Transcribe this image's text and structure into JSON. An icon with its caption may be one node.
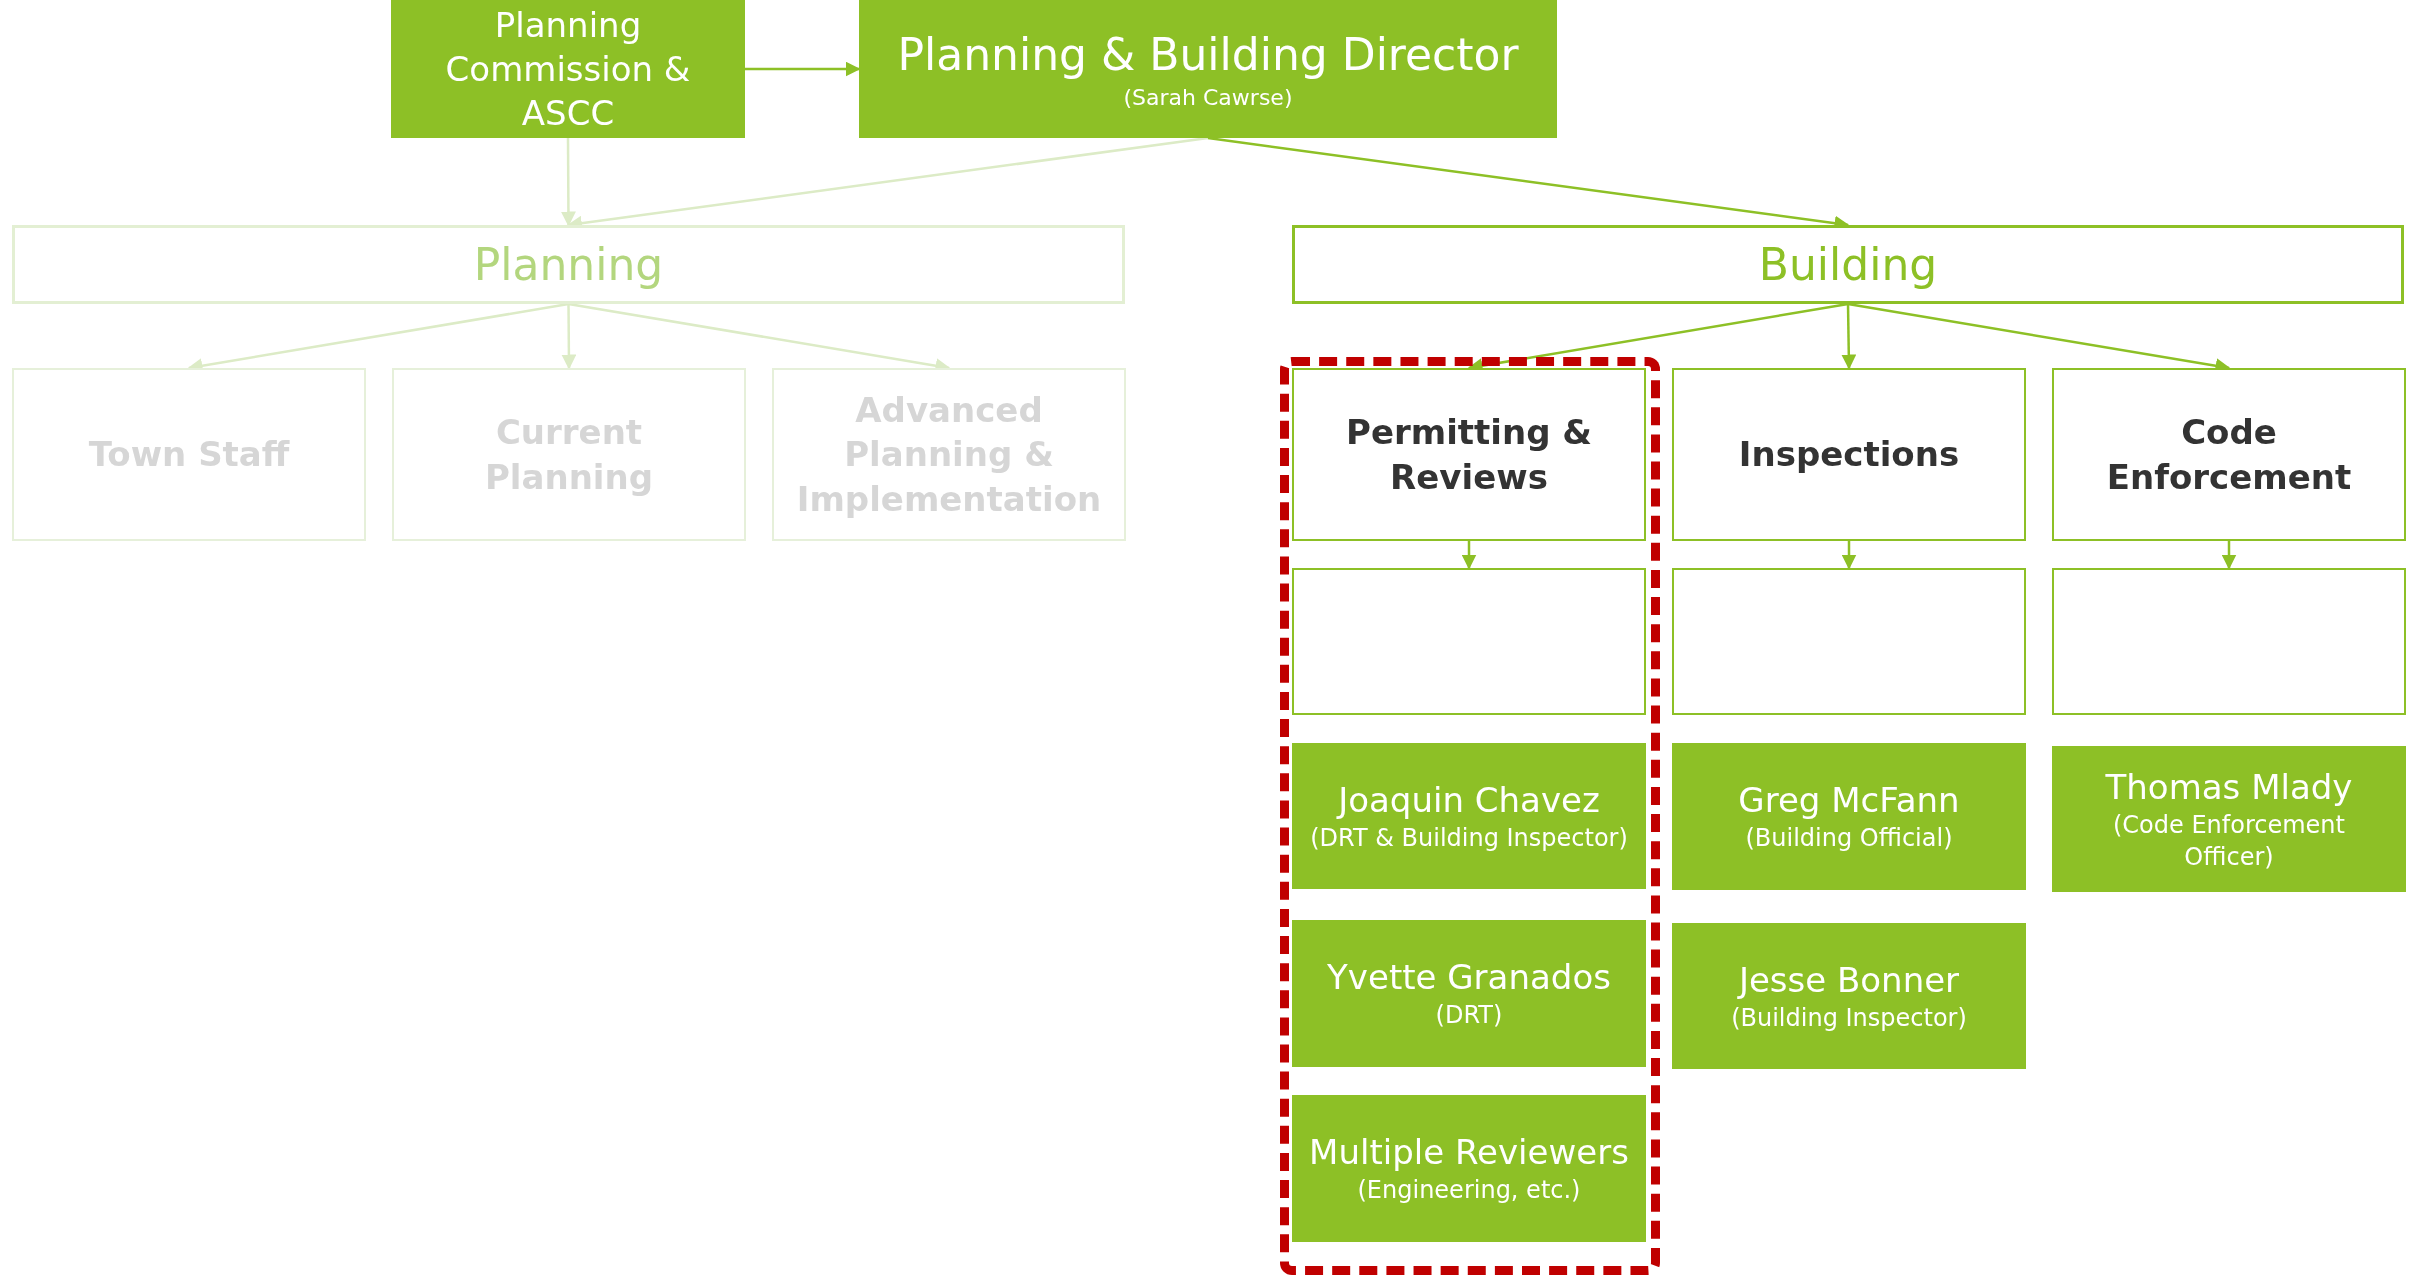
{
  "diagram": {
    "nodes": [
      {
        "text": [
          "Planning Commission & ASCC"
        ]
      },
      {
        "text": [
          "Planning & Building Director",
          "(Sarah Cawrse)"
        ]
      },
      {
        "text": [
          "Planning"
        ]
      },
      {
        "text": [
          "Building"
        ]
      },
      {
        "text": [
          "Town Staff"
        ]
      },
      {
        "text": [
          "Current Planning"
        ]
      },
      {
        "text": [
          "Advanced Planning & Implementation"
        ]
      },
      {
        "text": [
          "Permitting & Reviews"
        ]
      },
      {
        "text": [
          "Inspections"
        ]
      },
      {
        "text": [
          "Code Enforcement"
        ]
      },
      {
        "text": [],
        "shape": "box"
      },
      {
        "text": [],
        "shape": "box"
      },
      {
        "text": [],
        "shape": "box"
      },
      {
        "text": [
          "Joaquin Chavez",
          "(DRT & Building Inspector)"
        ]
      },
      {
        "text": [
          "Greg McFann",
          "(Building Official)"
        ]
      },
      {
        "text": [
          "Thomas Mlady",
          "(Code Enforcement Officer)"
        ]
      },
      {
        "text": [
          "Yvette Granados",
          "(DRT)"
        ]
      },
      {
        "text": [
          "Jesse Bonner",
          "(Building Inspector)"
        ]
      },
      {
        "text": [
          "Multiple Reviewers",
          "(Engineering, etc.)"
        ]
      }
    ],
    "edges": [
      {
        "from": 0,
        "to": 1,
        "arrow": "to"
      },
      {
        "from": 0,
        "to": 2,
        "arrow": "to",
        "color": "#dcebc6"
      },
      {
        "from": 1,
        "to": 2,
        "arrow": "to",
        "color": "#dcebc6"
      },
      {
        "from": 1,
        "to": 3,
        "arrow": "to"
      },
      {
        "from": 2,
        "to": 4,
        "arrow": "to",
        "color": "#dcebc6"
      },
      {
        "from": 2,
        "to": 5,
        "arrow": "to",
        "color": "#dcebc6"
      },
      {
        "from": 2,
        "to": 6,
        "arrow": "to",
        "color": "#dcebc6"
      },
      {
        "from": 3,
        "to": 7,
        "arrow": "to"
      },
      {
        "from": 3,
        "to": 8,
        "arrow": "to"
      },
      {
        "from": 3,
        "to": 9,
        "arrow": "to"
      },
      {
        "from": 7,
        "to": 10,
        "arrow": "to"
      },
      {
        "from": 8,
        "to": 11,
        "arrow": "to"
      },
      {
        "from": 9,
        "to": 12,
        "arrow": "to"
      }
    ]
  }
}
